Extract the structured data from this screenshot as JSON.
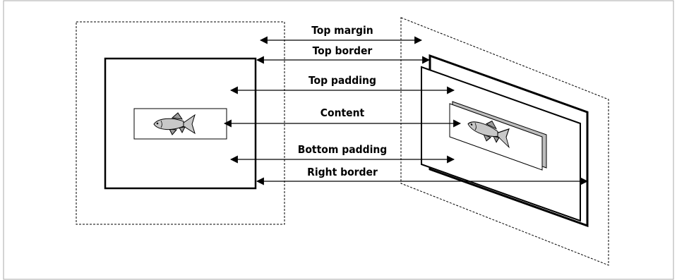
{
  "labels": {
    "top_margin": "Top margin",
    "top_border": "Top border",
    "top_padding": "Top padding",
    "content": "Content",
    "bottom_padding": "Bottom padding",
    "right_border": "Right border"
  },
  "colors": {
    "stroke": "#000000",
    "fish_fill": "#c8c8c8",
    "content_slab": "#bdbdbd",
    "frame_border": "#b8b8b8"
  },
  "icons": {
    "content_image": "fish-icon"
  }
}
